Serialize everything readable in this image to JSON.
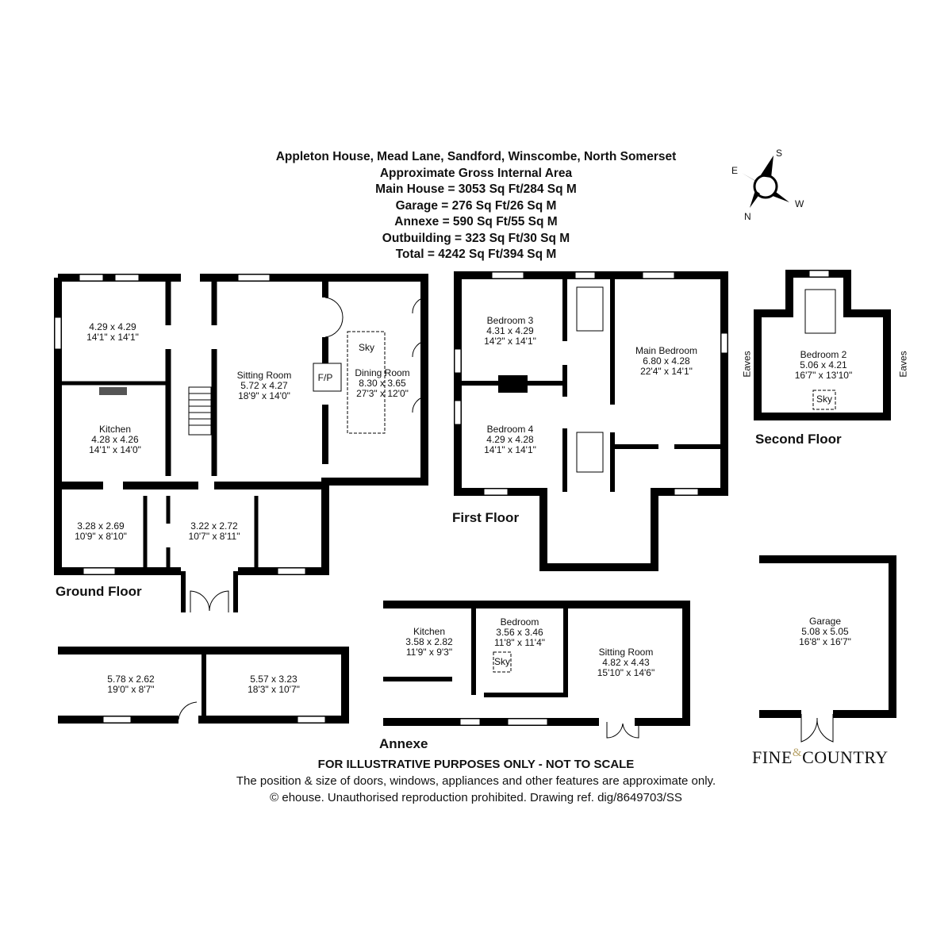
{
  "header": {
    "title": "Appleton House, Mead Lane, Sandford, Winscombe, North Somerset",
    "subtitle": "Approximate Gross Internal Area",
    "areas": [
      "Main House = 3053 Sq Ft/284 Sq M",
      "Garage = 276 Sq Ft/26 Sq M",
      "Annexe = 590 Sq Ft/55 Sq M",
      "Outbuilding = 323 Sq Ft/30 Sq M",
      "Total = 4242 Sq Ft/394 Sq M"
    ]
  },
  "compass": {
    "n": "N",
    "s": "S",
    "e": "E",
    "w": "W"
  },
  "ground_floor": {
    "label": "Ground Floor",
    "rooms": [
      {
        "name": "",
        "metric": "4.29 x 4.29",
        "imperial": "14'1\" x 14'1\""
      },
      {
        "name": "Kitchen",
        "metric": "4.28 x 4.26",
        "imperial": "14'1\" x 14'0\""
      },
      {
        "name": "",
        "metric": "3.28 x 2.69",
        "imperial": "10'9\" x 8'10\""
      },
      {
        "name": "",
        "metric": "3.22 x 2.72",
        "imperial": "10'7\" x 8'11\""
      },
      {
        "name": "Sitting Room",
        "metric": "5.72 x 4.27",
        "imperial": "18'9\" x 14'0\""
      },
      {
        "name": "Dining Room",
        "metric": "8.30 x 3.65",
        "imperial": "27'3\" x 12'0\""
      }
    ],
    "fireplace": "F/P",
    "skylight": "Sky"
  },
  "first_floor": {
    "label": "First Floor",
    "rooms": [
      {
        "name": "Bedroom 3",
        "metric": "4.31 x 4.29",
        "imperial": "14'2\" x 14'1\""
      },
      {
        "name": "Bedroom 4",
        "metric": "4.29 x 4.28",
        "imperial": "14'1\" x 14'1\""
      },
      {
        "name": "Main Bedroom",
        "metric": "6.80 x 4.28",
        "imperial": "22'4\" x 14'1\""
      }
    ]
  },
  "second_floor": {
    "label": "Second Floor",
    "rooms": [
      {
        "name": "Bedroom 2",
        "metric": "5.06 x 4.21",
        "imperial": "16'7\" x 13'10\""
      }
    ],
    "eaves": "Eaves",
    "skylight": "Sky"
  },
  "garage": {
    "name": "Garage",
    "metric": "5.08 x 5.05",
    "imperial": "16'8\" x 16'7\""
  },
  "outbuilding": {
    "rooms": [
      {
        "metric": "5.78 x 2.62",
        "imperial": "19'0\" x 8'7\""
      },
      {
        "metric": "5.57 x 3.23",
        "imperial": "18'3\" x 10'7\""
      }
    ]
  },
  "annexe": {
    "label": "Annexe",
    "rooms": [
      {
        "name": "Kitchen",
        "metric": "3.58 x 2.82",
        "imperial": "11'9\" x 9'3\""
      },
      {
        "name": "Bedroom",
        "metric": "3.56 x 3.46",
        "imperial": "11'8\" x 11'4\""
      },
      {
        "name": "Sitting Room",
        "metric": "4.82 x 4.43",
        "imperial": "15'10\" x 14'6\""
      }
    ],
    "skylight": "Sky"
  },
  "footer": {
    "disclaimer": "FOR ILLUSTRATIVE PURPOSES ONLY - NOT TO SCALE",
    "note": "The position & size of doors, windows, appliances and other features are approximate only.",
    "copyright": "© ehouse. Unauthorised reproduction prohibited. Drawing ref. dig/8649703/SS"
  },
  "logo": {
    "left": "Fine",
    "amp": "&",
    "right": "Country"
  },
  "colors": {
    "wall": "#000000",
    "logo_gold": "#b9a46a"
  }
}
